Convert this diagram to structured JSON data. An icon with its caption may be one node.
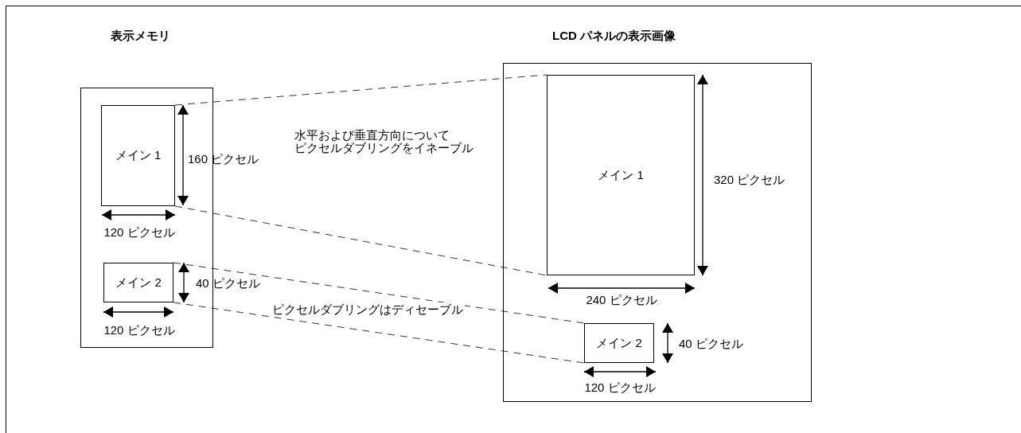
{
  "diagram": {
    "nodes": [
      {
        "text": [
          "表示メモリ"
        ]
      },
      {
        "text": [
          "メイン 1"
        ],
        "in": 0
      },
      {
        "text": [
          "メイン 2"
        ],
        "in": 0
      },
      {
        "text": [
          "LCD パネルの表示画像"
        ]
      },
      {
        "text": [
          "メイン 1"
        ],
        "in": 3
      },
      {
        "text": [
          "メイン 2"
        ],
        "in": 3
      }
    ],
    "edges": [
      {
        "from": 1,
        "to": 4,
        "arrow": "none",
        "style": "dashed"
      },
      {
        "from": 1,
        "to": 4,
        "arrow": "none",
        "style": "dashed"
      },
      {
        "from": 2,
        "to": 5,
        "arrow": "none",
        "style": "dashed"
      },
      {
        "from": 2,
        "to": 5,
        "arrow": "none",
        "style": "dashed"
      }
    ],
    "labels": [
      "160 ピクセル",
      "120 ピクセル",
      "40 ピクセル",
      "120 ピクセル",
      "水平および垂直方向についてピクセルダブリングをイネーブル",
      "ピクセルダブリングはディセーブル",
      "320 ピクセル",
      "240 ピクセル",
      "40 ピクセル",
      "120 ピクセル"
    ]
  }
}
